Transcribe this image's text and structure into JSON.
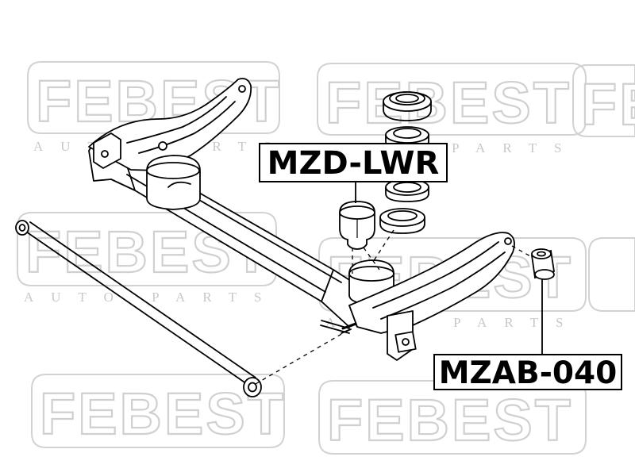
{
  "watermark": {
    "brand": "FEBEST",
    "subtitle": "AUTO PARTS"
  },
  "labels": {
    "mzd_lwr": "MZD-LWR",
    "mzab_040": "MZAB-040"
  },
  "colors": {
    "line": "#000000",
    "watermark": "#d0d0d0",
    "background": "#ffffff"
  }
}
